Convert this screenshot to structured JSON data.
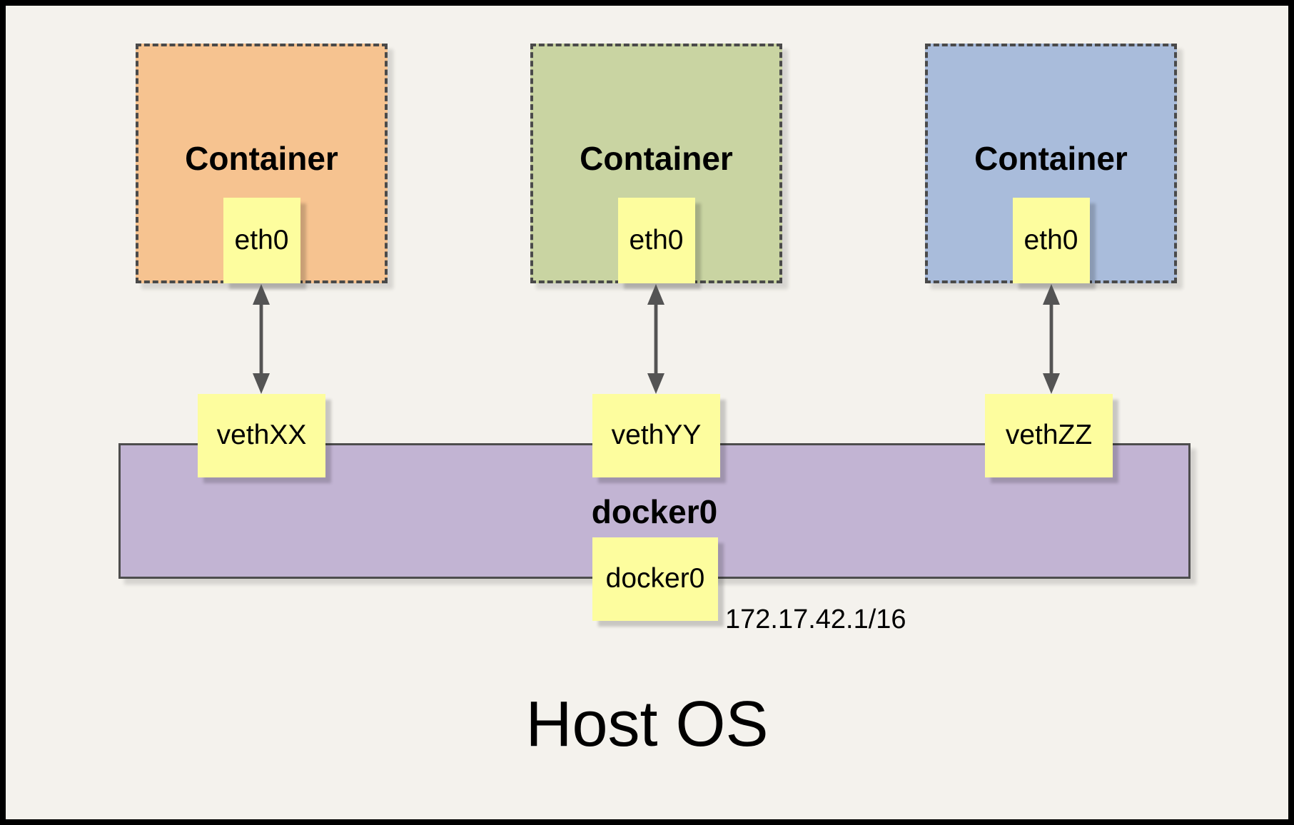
{
  "diagram": {
    "containers": [
      {
        "label": "Container",
        "interface": "eth0",
        "veth": "vethXX",
        "color": "#f6c390"
      },
      {
        "label": "Container",
        "interface": "eth0",
        "veth": "vethYY",
        "color": "#c9d4a2"
      },
      {
        "label": "Container",
        "interface": "eth0",
        "veth": "vethZZ",
        "color": "#a9bcdb"
      }
    ],
    "bridge": {
      "title": "docker0",
      "interface": "docker0",
      "ip": "172.17.42.1/16",
      "color": "#c2b4d3"
    },
    "host": {
      "label": "Host OS"
    },
    "colors": {
      "background": "#f4f2ed",
      "note_yellow": "#fdfd9e",
      "border_dark": "#4a4a4a",
      "arrow_gray": "#545454"
    }
  }
}
